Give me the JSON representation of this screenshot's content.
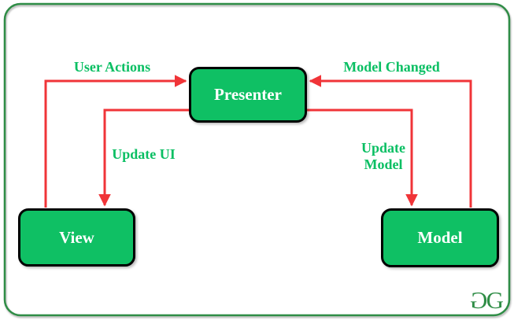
{
  "diagram": {
    "kind": "architecture-flow-diagram",
    "nodes": {
      "presenter": {
        "label": "Presenter"
      },
      "view": {
        "label": "View"
      },
      "model": {
        "label": "Model"
      }
    },
    "edges": {
      "user_actions": {
        "label": "User Actions",
        "from": "View",
        "to": "Presenter"
      },
      "model_changed": {
        "label": "Model Changed",
        "from": "Model",
        "to": "Presenter"
      },
      "update_ui": {
        "label": "Update UI",
        "from": "Presenter",
        "to": "View"
      },
      "update_model": {
        "label": "Update Model",
        "from": "Presenter",
        "to": "Model"
      }
    },
    "logo": {
      "left_glyph": "G",
      "right_glyph": "G"
    },
    "colors": {
      "node_fill": "#0fc064",
      "node_border": "#000000",
      "node_text": "#ffffff",
      "edge_label_text": "#0abf63",
      "arrow": "#f03438",
      "frame_border": "#2f8d46",
      "logo": "#2f8d46",
      "background": "#ffffff"
    }
  }
}
